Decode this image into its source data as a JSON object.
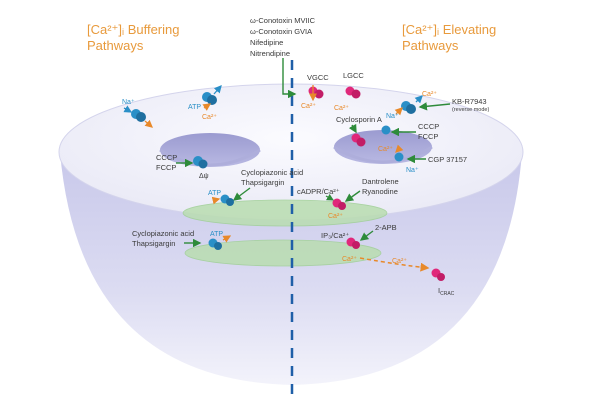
{
  "buffering_title": {
    "line1": "[Ca²⁺]ᵢ Buffering",
    "line2": "Pathways"
  },
  "elevating_title": {
    "line1": "[Ca²⁺]ᵢ Elevating",
    "line2": "Pathways"
  },
  "top_drugs": [
    "ω-Conotoxin MVIIC",
    "ω-Conotoxin GVIA",
    "Nifedipine",
    "Nitrendipine"
  ],
  "channels": {
    "vgcc": "VGCC",
    "lgcc": "LGCC",
    "icrac": "I",
    "icrac_sub": "CRAC"
  },
  "kb": {
    "name": "KB-R7943",
    "note": "(reverse mode)"
  },
  "cyclosporin": "Cyclosporin A",
  "cccp_right": [
    "CCCP",
    "FCCP"
  ],
  "cgp": "CGP 37157",
  "cccp_left": [
    "CCCP",
    "FCCP"
  ],
  "delta_psi": "Δψ",
  "cpa_upper": [
    "Cyclopiazonic acid",
    "Thapsigargin"
  ],
  "cpa_lower": [
    "Cyclopiazonic acid",
    "Thapsigargin"
  ],
  "dantrolene": [
    "Dantrolene",
    "Ryanodine"
  ],
  "cadpr": "cADPR/Ca²⁺",
  "ip3": "IP₃/Ca²⁺",
  "apb": "2-APB",
  "ions": {
    "na": "Na⁺",
    "na_right1": "Na⁺",
    "na_right2": "Na⁺",
    "atp": "ATP",
    "atp2": "ATP",
    "atp3": "ATP",
    "ca": "Ca²⁺",
    "ca_kb": "Ca²⁺",
    "ca_mid": "Ca²⁺",
    "ca_vgcc": "Ca²⁺",
    "ca_er": "Ca²⁺",
    "ca_icrac": "Ca²⁺"
  },
  "colors": {
    "title": "#e89a3c",
    "arrow_green": "#2e8b3a",
    "blue": "#2a8fc7",
    "orange": "#e8892a",
    "pink": "#e0287a",
    "er_green": "#b9ddb0",
    "cell": "#e6e6f7",
    "dash_line": "#1f5fa8"
  }
}
